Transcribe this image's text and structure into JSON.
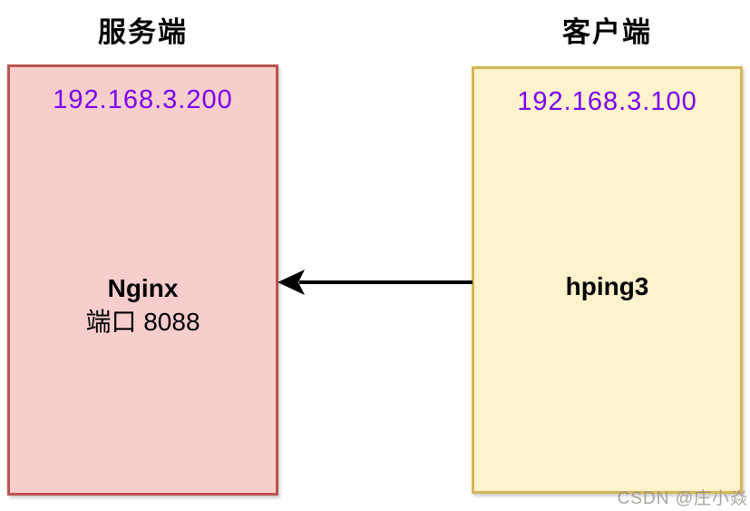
{
  "diagram": {
    "server": {
      "title": "服务端",
      "ip": "192.168.3.200",
      "app_name": "Nginx",
      "port_label": "端口 8088"
    },
    "client": {
      "title": "客户端",
      "ip": "192.168.3.100",
      "app_name": "hping3"
    },
    "arrow": {
      "from": "客户端",
      "to": "服务端",
      "direction": "right-to-left"
    },
    "watermark": "CSDN @庄小焱"
  },
  "colors": {
    "server_box_bg": "#f8cecc",
    "server_box_border": "#b85450",
    "client_box_bg": "#fff2cc",
    "client_box_border": "#d6b656",
    "ip_text": "#7c00f2",
    "arrow": "#000000",
    "title_text": "#000000"
  }
}
